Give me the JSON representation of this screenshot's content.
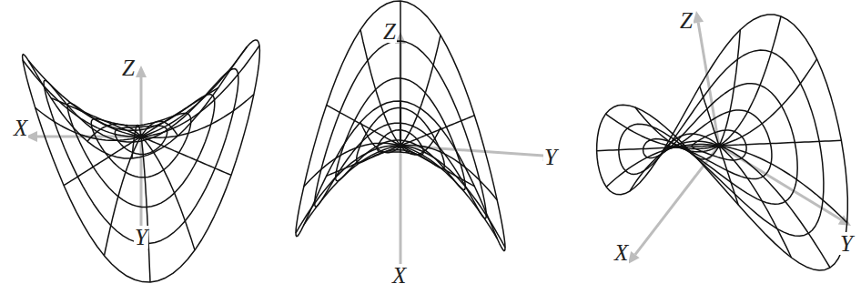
{
  "diagram": {
    "labels": [
      "Z",
      "X",
      "Y",
      "Z",
      "Y",
      "X",
      "Z",
      "Y",
      "X"
    ]
  }
}
